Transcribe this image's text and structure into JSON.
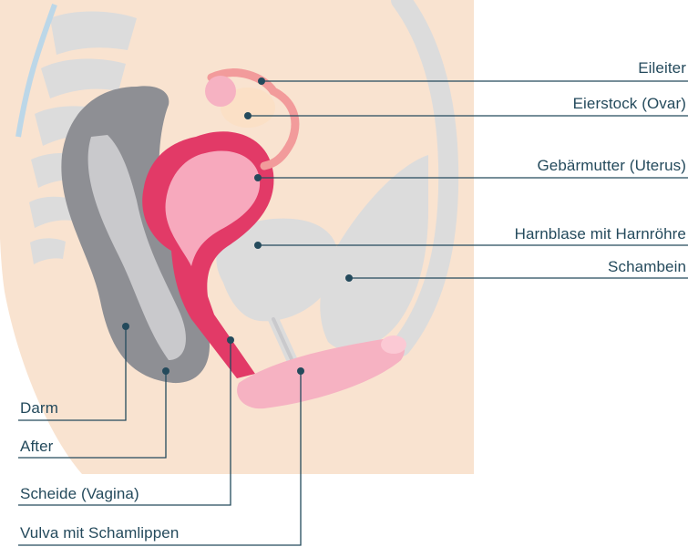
{
  "labels": {
    "eileiter": "Eileiter",
    "eierstock": "Eierstock (Ovar)",
    "gebaermutter": "Gebärmutter (Uterus)",
    "harnblase": "Harnblase mit Harnröhre",
    "schambein": "Schambein",
    "darm": "Darm",
    "after": "After",
    "scheide": "Scheide (Vagina)",
    "vulva": "Vulva mit Schamlippen"
  },
  "colors": {
    "skin": "#f9e3d0",
    "bone": "#dcdcdc",
    "bowel": "#8e8f94",
    "bowel_inner": "#c9c9cc",
    "uterus": "#e23a67",
    "uterus_inner": "#f7a9bd",
    "ovary": "#fbe0c6",
    "tube": "#f29b9b",
    "vulva": "#f6b2c2",
    "leader": "#244a5c"
  }
}
